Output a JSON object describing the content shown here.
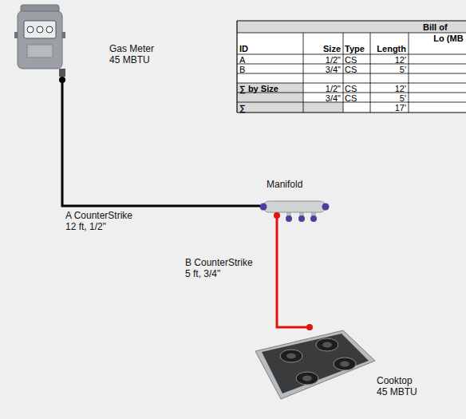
{
  "diagram": {
    "nodes": [
      {
        "text": [
          "Gas Meter",
          "45 MBTU"
        ]
      },
      {
        "text": [
          "Manifold"
        ]
      },
      {
        "text": [
          "Cooktop",
          "45 MBTU"
        ]
      }
    ],
    "edges": [
      {
        "from": 0,
        "to": 1,
        "arrow": "none",
        "label": "A CounterStrike 12 ft, 1/2\""
      },
      {
        "from": 1,
        "to": 2,
        "arrow": "none",
        "label": "B CounterStrike 5 ft, 3/4\""
      }
    ],
    "labels": [
      "Bill of",
      "ID",
      "Size",
      "Type",
      "Length",
      "Lo (MB",
      "A",
      "1/2\"",
      "CS",
      "12'",
      "B",
      "3/4\"",
      "CS",
      "5'",
      "∑ by Size",
      "1/2\"",
      "CS",
      "12'",
      "3/4\"",
      "CS",
      "5'",
      "∑",
      "17'"
    ]
  }
}
